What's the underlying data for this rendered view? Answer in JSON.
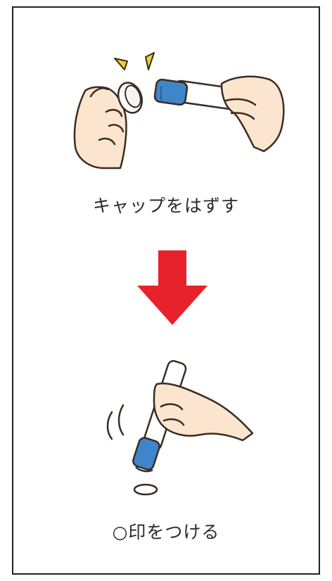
{
  "steps": [
    {
      "caption": "キャップをはずす"
    },
    {
      "caption": "○印をつける"
    }
  ],
  "colors": {
    "arrow": "#e8222a",
    "cap_blue": "#3e86c9",
    "skin": "#fbe5cf",
    "outline": "#3a2c22",
    "spark": "#f2d21b",
    "frame_border": "#222222"
  },
  "icons": {
    "step1": "hand-removing-cap-illustration",
    "arrow": "arrow-down-icon",
    "step2": "hand-stamping-illustration"
  }
}
